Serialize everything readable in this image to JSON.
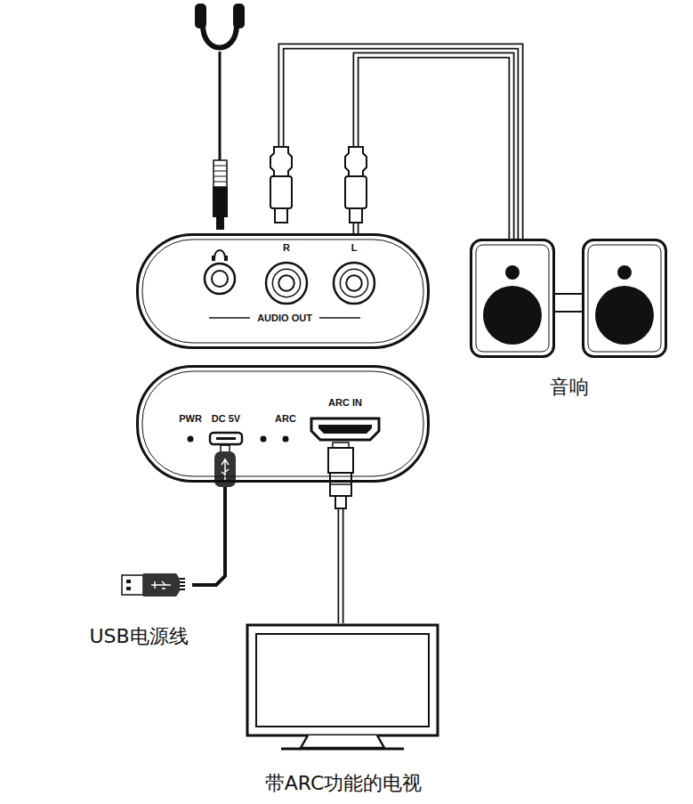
{
  "diagram": {
    "nodes": [
      {
        "text": [
          "R",
          "L",
          "AUDIO OUT"
        ]
      },
      {
        "text": [
          "音响"
        ]
      },
      {
        "text": [
          "PWR",
          "DC 5V",
          "ARC",
          "ARC IN"
        ]
      },
      {
        "text": [
          "USB电源线"
        ]
      },
      {
        "text": [
          "带ARC功能的电视"
        ]
      }
    ],
    "edges": [
      {
        "from": 0,
        "to": 1,
        "arrow": "none"
      },
      {
        "from": 2,
        "to": 4,
        "arrow": "none"
      },
      {
        "from": 2,
        "to": 3,
        "arrow": "none"
      }
    ]
  }
}
